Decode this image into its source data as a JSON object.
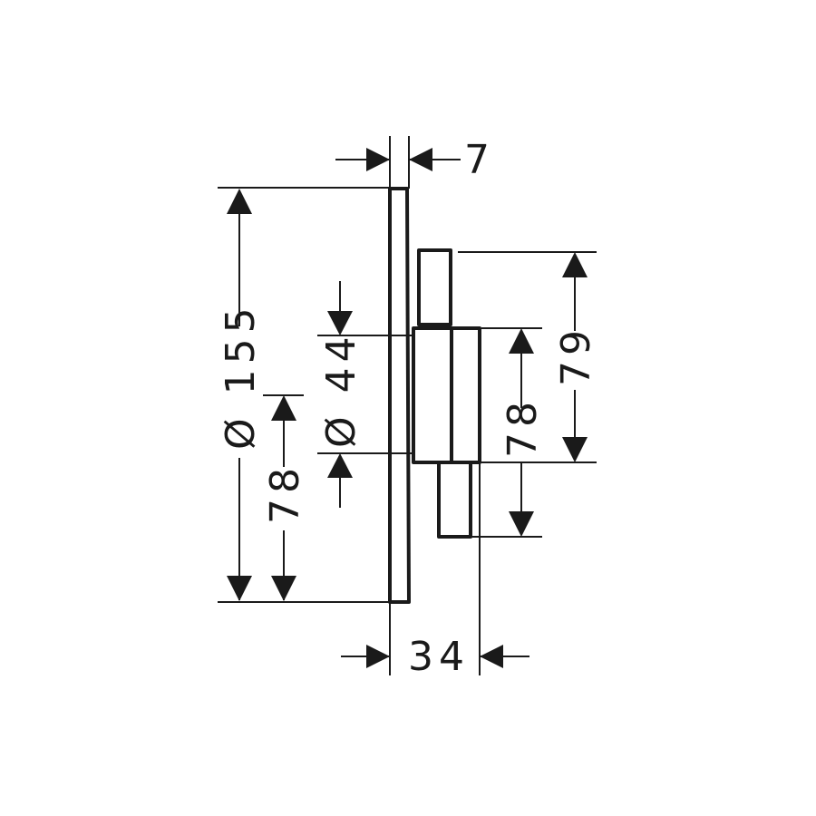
{
  "drawing": {
    "dimensions": {
      "plate_thickness": "7",
      "plate_diameter": "Ø 155",
      "left_height": "78",
      "knob_diameter": "Ø 44",
      "right_inner_height": "78",
      "right_outer_height": "79",
      "projection_depth": "34"
    },
    "colors": {
      "line": "#1a1a1a",
      "background": "#ffffff"
    }
  }
}
